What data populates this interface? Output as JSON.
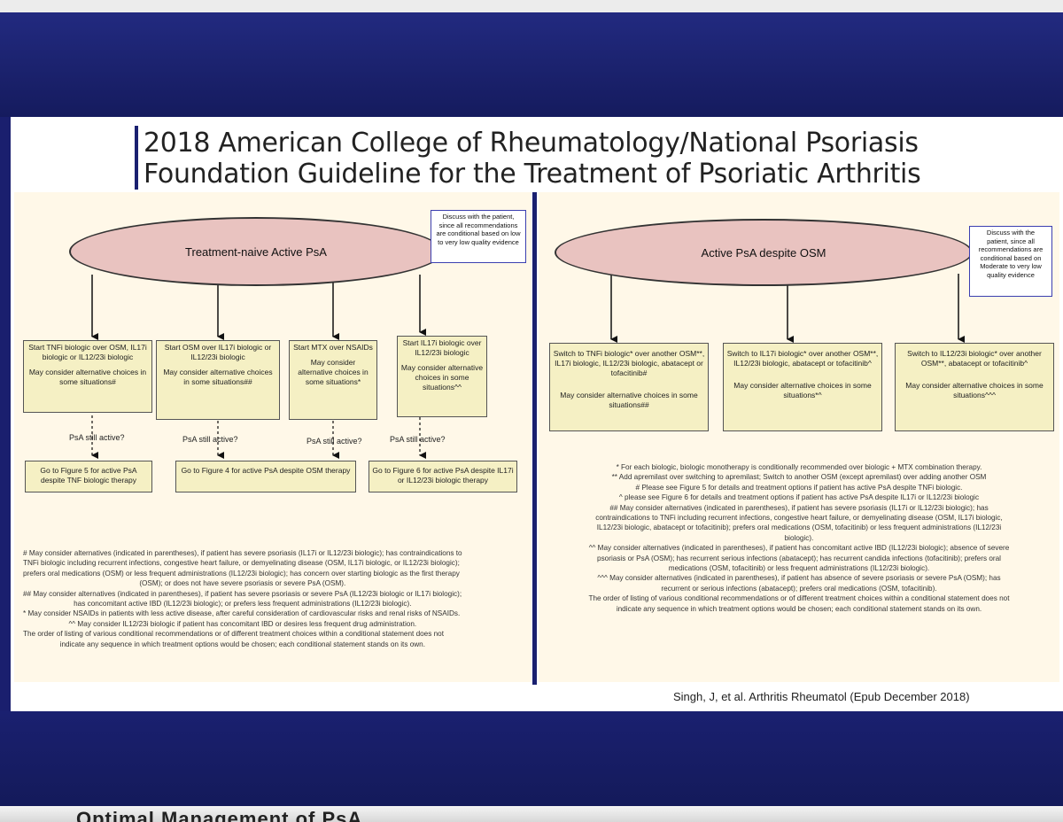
{
  "slide_title": {
    "line1": "2018 American College of Rheumatology/National Psoriasis",
    "line2": "Foundation Guideline for the Treatment of Psoriatic Arthritis"
  },
  "left": {
    "header": "Treatment-naive Active PsA",
    "note": [
      "Discuss with the patient,",
      "since all recommendations",
      "are conditional based on low",
      "to very low quality evidence"
    ],
    "boxes": [
      {
        "top": "Start TNFi biologic over OSM, IL17i biologic or IL12/23i biologic",
        "bottom": "May consider alternative choices in some situations#"
      },
      {
        "top": "Start OSM over IL17i biologic or IL12/23i biologic",
        "bottom": "May consider alternative choices in some situations##"
      },
      {
        "top": "Start MTX over NSAIDs",
        "bottom": "May consider alternative choices in some situations*"
      },
      {
        "top": "Start IL17i biologic over IL12/23i biologic",
        "bottom": "May consider alternative choices in some situations^^"
      }
    ],
    "questions": [
      "PsA still active?",
      "PsA still active?",
      "PsA still active?",
      "PsA still active?"
    ],
    "results": [
      "Go to Figure 5 for active PsA despite TNF biologic therapy",
      "Go to Figure 4 for active PsA despite OSM therapy",
      "Go to Figure 6 for active PsA despite IL17i or IL12/23i biologic therapy"
    ],
    "footnotes": [
      "# May consider alternatives (indicated in parentheses), if patient has severe psoriasis (IL17i or IL12/23i biologic); has contraindications to",
      "TNFi biologic including recurrent infections, congestive heart failure, or demyelinating disease (OSM, IL17i biologic, or IL12/23i biologic);",
      "prefers oral medications (OSM) or less frequent administrations (IL12/23i biologic); has concern over starting biologic as the first therapy",
      "(OSM); or does not have severe psoriasis or severe PsA (OSM).",
      "## May consider alternatives (indicated in parentheses), if patient has severe psoriasis or severe PsA (IL12/23i biologic or IL17i biologic);",
      "has concomitant active IBD (IL12/23i biologic); or prefers less frequent administrations (IL12/23i biologic).",
      "* May consider NSAIDs in patients with less active disease, after careful consideration of cardiovascular risks and renal risks of NSAIDs.",
      "^^ May consider IL12/23i biologic if patient has concomitant IBD or desires less frequent drug administration.",
      "The order of listing of various conditional recommendations or of different treatment choices within a conditional statement does not",
      "indicate any sequence in which treatment options would be chosen; each conditional statement stands on its own."
    ]
  },
  "right": {
    "header": "Active PsA despite OSM",
    "note": [
      "Discuss with the",
      "patient, since all",
      "recommendations are",
      "conditional based on",
      "Moderate to very low",
      "quality evidence"
    ],
    "boxes": [
      {
        "top": "Switch to TNFi biologic* over another OSM**, IL17i biologic, IL12/23i biologic, abatacept or tofacitinib#",
        "bottom": "May consider alternative choices in some situations##"
      },
      {
        "top": "Switch to IL17i biologic* over another OSM**, IL12/23i biologic, abatacept or tofacitinib^",
        "bottom": "May consider alternative choices in some situations*^"
      },
      {
        "top": "Switch to IL12/23i biologic* over another OSM**, abatacept or tofacitinib^",
        "bottom": "May consider alternative choices in some situations^^^"
      }
    ],
    "footnotes": [
      "* For each biologic, biologic monotherapy is conditionally recommended over biologic + MTX combination therapy.",
      "** Add apremilast over switching to apremilast; Switch to another OSM (except apremilast) over adding another OSM",
      "# Please see Figure 5 for details and treatment options if patient has active PsA despite TNFi biologic.",
      "^ please see Figure 6 for details and treatment options if patient has active PsA despite IL17i or IL12/23i biologic",
      "## May consider alternatives (indicated in parentheses), if patient has severe psoriasis (IL17i or IL12/23i biologic); has",
      "contraindications to TNFi including recurrent infections, congestive heart failure, or demyelinating disease (OSM, IL17i biologic,",
      "IL12/23i biologic, abatacept or tofacitinib); prefers oral medications (OSM, tofacitinib) or less frequent administrations (IL12/23i",
      "biologic).",
      "^^ May consider alternatives (indicated in parentheses), if patient has concomitant active IBD (IL12/23i biologic); absence of severe",
      "psoriasis or PsA (OSM); has recurrent serious infections (abatacept); has recurrent candida infections (tofacitinib); prefers oral",
      "medications (OSM, tofacitinib) or less frequent administrations (IL12/23i biologic).",
      "^^^ May consider alternatives (indicated in parentheses), if patient has absence of severe psoriasis or severe PsA (OSM); has",
      "recurrent or serious infections (abatacept); prefers oral medications (OSM, tofacitinib).",
      "The order of listing of various conditional recommendations or of different treatment choices within a conditional statement does not",
      "indicate any sequence in which treatment options would be chosen; each conditional statement stands on its own."
    ]
  },
  "citation": "Singh, J, et al. Arthritis Rheumatol (Epub December 2018)",
  "bottom_strip_text": "Optimal Management of PsA"
}
